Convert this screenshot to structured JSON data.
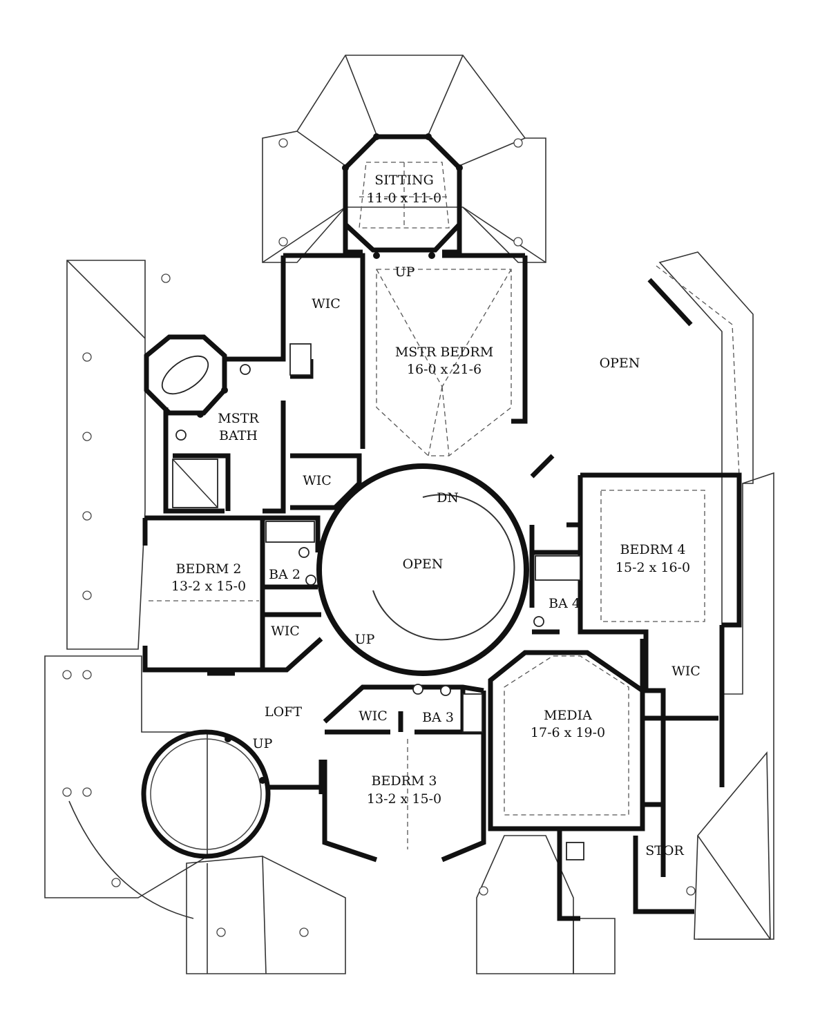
{
  "rooms": {
    "sitting": {
      "name": "SITTING",
      "dims": "11-0 x 11-0"
    },
    "wic_top": {
      "name": "WIC"
    },
    "mstr_bedrm": {
      "name": "MSTR BEDRM",
      "dims": "16-0 x 21-6"
    },
    "open_top": {
      "name": "OPEN"
    },
    "mstr_bath": {
      "name": "MSTR",
      "name2": "BATH"
    },
    "wic_bath": {
      "name": "WIC"
    },
    "bedrm4": {
      "name": "BEDRM 4",
      "dims": "15-2 x 16-0"
    },
    "bedrm2": {
      "name": "BEDRM 2",
      "dims": "13-2 x 15-0"
    },
    "ba2": {
      "name": "BA 2"
    },
    "open_center": {
      "name": "OPEN"
    },
    "ba4": {
      "name": "BA 4"
    },
    "wic_b2": {
      "name": "WIC"
    },
    "wic_b4": {
      "name": "WIC"
    },
    "loft": {
      "name": "LOFT"
    },
    "wic_b3": {
      "name": "WIC"
    },
    "ba3": {
      "name": "BA 3"
    },
    "media": {
      "name": "MEDIA",
      "dims": "17-6 x 19-0"
    },
    "bedrm3": {
      "name": "BEDRM 3",
      "dims": "13-2 x 15-0"
    },
    "stor": {
      "name": "STOR"
    }
  },
  "stairs": {
    "up_top": "UP",
    "dn": "DN",
    "up_mid": "UP",
    "up_tower": "UP"
  }
}
